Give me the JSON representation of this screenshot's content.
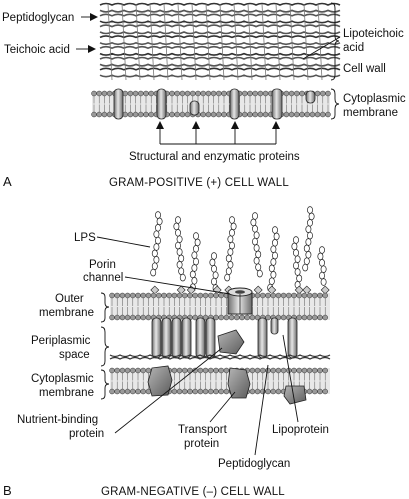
{
  "panel_a": {
    "letter": "A",
    "caption": "GRAM-POSITIVE (+) CELL WALL",
    "labels": {
      "peptidoglycan": "Peptidoglycan",
      "teichoic_acid": "Teichoic acid",
      "lipoteichoic_1": "Lipoteichoic",
      "lipoteichoic_2": "acid",
      "cell_wall": "Cell wall",
      "cyto_1": "Cytoplasmic",
      "cyto_2": "membrane",
      "proteins": "Structural and enzymatic proteins"
    }
  },
  "panel_b": {
    "letter": "B",
    "caption": "GRAM-NEGATIVE (–) CELL WALL",
    "labels": {
      "lps": "LPS",
      "porin_1": "Porin",
      "porin_2": "channel",
      "outer_1": "Outer",
      "outer_2": "membrane",
      "peri_1": "Periplasmic",
      "peri_2": "space",
      "cyto_1": "Cytoplasmic",
      "cyto_2": "membrane",
      "nutrient_1": "Nutrient-binding",
      "nutrient_2": "protein",
      "transport_1": "Transport",
      "transport_2": "protein",
      "lipoprotein": "Lipoprotein",
      "peptidoglycan": "Peptidoglycan"
    }
  },
  "colors": {
    "ink": "#111111",
    "protein_fill": "#8a8a8a",
    "bilayer_fill": "#cfcfcf"
  }
}
